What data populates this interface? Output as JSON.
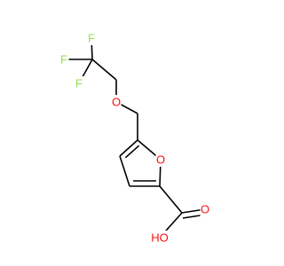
{
  "molecule": {
    "colors": {
      "oxygen": "#ff0d0d",
      "fluorine": "#90e050",
      "carbon_bond": "#000000",
      "background": "#ffffff"
    },
    "atoms": [
      {
        "id": "f_top",
        "element": "F",
        "label": "F"
      },
      {
        "id": "f_left",
        "element": "F",
        "label": "F"
      },
      {
        "id": "f_low",
        "element": "F",
        "label": "F"
      },
      {
        "id": "o_ether",
        "element": "O",
        "label": "O"
      },
      {
        "id": "o_ring",
        "element": "O",
        "label": "O"
      },
      {
        "id": "o_carbonyl",
        "element": "O",
        "label": "O"
      },
      {
        "id": "o_hydroxyl",
        "element": "O",
        "label": "HO"
      }
    ]
  }
}
